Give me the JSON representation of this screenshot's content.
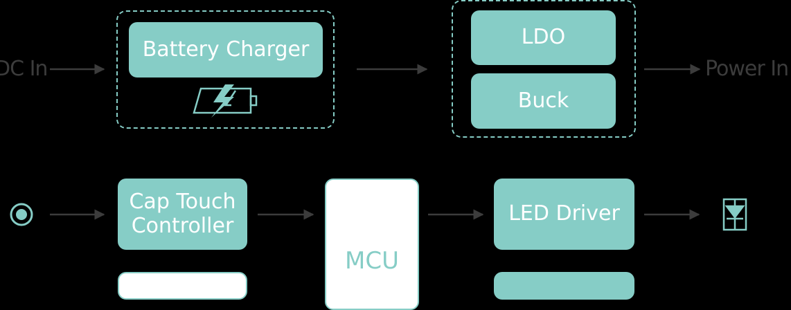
{
  "colors": {
    "block_fill": "#86cdc6",
    "block_text": "#ffffff",
    "mcu_fill": "#ffffff",
    "mcu_text": "#86cdc6",
    "arrow": "#3c3c3c",
    "external_label": "#3c3c3c",
    "background": "#000000"
  },
  "inputs": {
    "dc_in": "DC In",
    "touch_input_icon": "touch-target-icon"
  },
  "outputs": {
    "power_in": "Power In",
    "led_icon": "led-diode-icon"
  },
  "power_path": {
    "battery_charger": "Battery Charger",
    "battery_icon": "battery-charging-icon",
    "ldo": "LDO",
    "buck": "Buck"
  },
  "control_path": {
    "cap_touch_controller": "Cap Touch\nController",
    "mcu": "MCU",
    "led_driver": "LED Driver"
  }
}
